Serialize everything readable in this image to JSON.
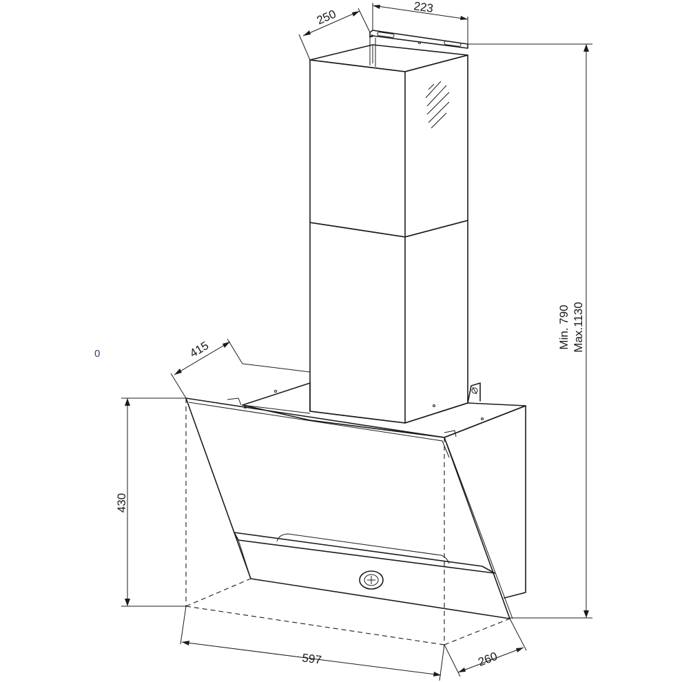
{
  "drawing": {
    "dimensions": {
      "chimney_depth": "250",
      "chimney_width": "223",
      "hood_depth_top": "415",
      "hood_height": "430",
      "hood_width": "597",
      "hood_depth_bottom": "260",
      "height_min": "Min. 790",
      "height_max": "Max.1130"
    },
    "marker": "0"
  }
}
